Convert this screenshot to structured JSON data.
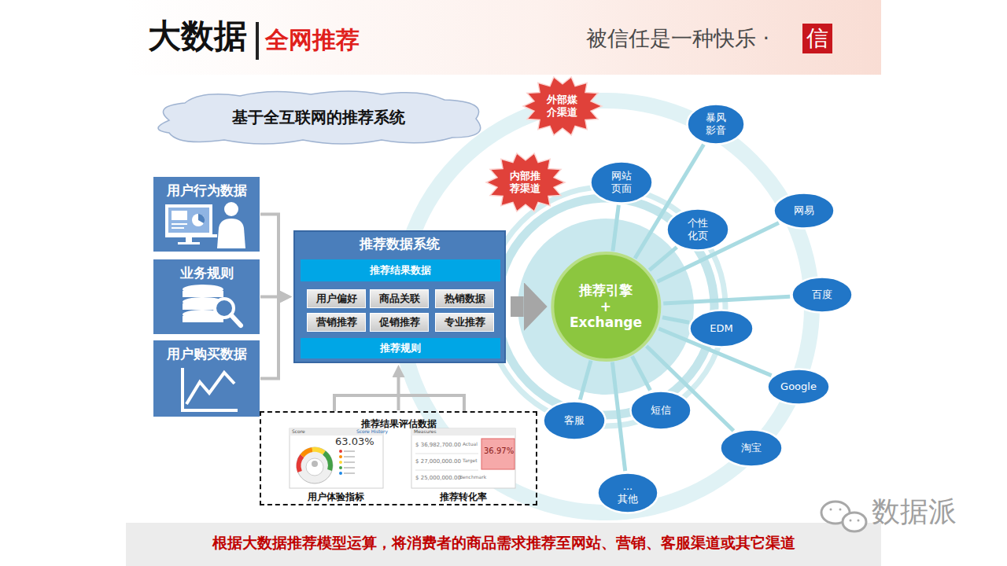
{
  "diagram": {
    "title": "大数据",
    "caption": "根据大数据推荐模型运算，将消费者的商品需求推荐至网站、营销、客服渠道或其它渠道",
    "nodes": [
      {
        "text": [
          "基于全互联网的推荐系统"
        ]
      },
      {
        "text": [
          "外部媒介渠道"
        ]
      },
      {
        "text": [
          "用户行为数据"
        ]
      },
      {
        "text": [
          "业务规则"
        ]
      },
      {
        "text": [
          "用户购买数据"
        ]
      },
      {
        "text": [
          "推荐数据系统"
        ]
      },
      {
        "text": [
          "推荐结果数据"
        ],
        "in": 5
      },
      {
        "text": [
          "用户偏好"
        ],
        "in": 5
      },
      {
        "text": [
          "商品关联"
        ],
        "in": 5
      },
      {
        "text": [
          "热销数据"
        ],
        "in": 5
      },
      {
        "text": [
          "营销推荐"
        ],
        "in": 5
      },
      {
        "text": [
          "促销推荐"
        ],
        "in": 5
      },
      {
        "text": [
          "专业推荐"
        ],
        "in": 5
      },
      {
        "text": [
          "推荐规则"
        ],
        "in": 5
      },
      {
        "text": [
          "内部推荐渠道"
        ]
      },
      {
        "text": [
          "推荐引擎",
          "+",
          "Exchange"
        ]
      },
      {
        "text": [
          "暴风影音"
        ]
      },
      {
        "text": [
          "网站页面"
        ]
      },
      {
        "text": [
          "个性化页"
        ]
      },
      {
        "text": [
          "网易"
        ]
      },
      {
        "text": [
          "百度"
        ]
      },
      {
        "text": [
          "EDM"
        ]
      },
      {
        "text": [
          "Google"
        ]
      },
      {
        "text": [
          "客服"
        ]
      },
      {
        "text": [
          "短信"
        ]
      },
      {
        "text": [
          "淘宝"
        ]
      },
      {
        "text": [
          "...",
          "其他"
        ]
      },
      {
        "text": [
          "推荐结果评估数据"
        ]
      }
    ],
    "edges": [
      {
        "from": 2,
        "to": 5,
        "arrow": "to"
      },
      {
        "from": 3,
        "to": 5,
        "arrow": "to"
      },
      {
        "from": 4,
        "to": 5,
        "arrow": "to"
      },
      {
        "from": 27,
        "to": 5,
        "arrow": "to"
      },
      {
        "from": 5,
        "to": 15,
        "arrow": "to"
      },
      {
        "from": 15,
        "to": 16,
        "arrow": "none"
      },
      {
        "from": 15,
        "to": 17,
        "arrow": "none"
      },
      {
        "from": 15,
        "to": 18,
        "arrow": "none"
      },
      {
        "from": 15,
        "to": 19,
        "arrow": "none"
      },
      {
        "from": 15,
        "to": 20,
        "arrow": "none"
      },
      {
        "from": 15,
        "to": 21,
        "arrow": "none"
      },
      {
        "from": 15,
        "to": 22,
        "arrow": "none"
      },
      {
        "from": 15,
        "to": 23,
        "arrow": "none"
      },
      {
        "from": 15,
        "to": 24,
        "arrow": "none"
      },
      {
        "from": 15,
        "to": 25,
        "arrow": "none"
      },
      {
        "from": 15,
        "to": 26,
        "arrow": "none"
      }
    ],
    "labels": [
      "全网推荐",
      "被信任是一种快乐 ·",
      "信",
      "Score",
      "Score History",
      "63.03%",
      "Measures",
      "$ 36,982,700.00",
      "Actual",
      "$ 27,000,000.00",
      "Target",
      "36.97%",
      "$ 25,000,000.00",
      "Benchmark",
      "用户体验指标",
      "推荐转化率",
      "数据派"
    ]
  }
}
